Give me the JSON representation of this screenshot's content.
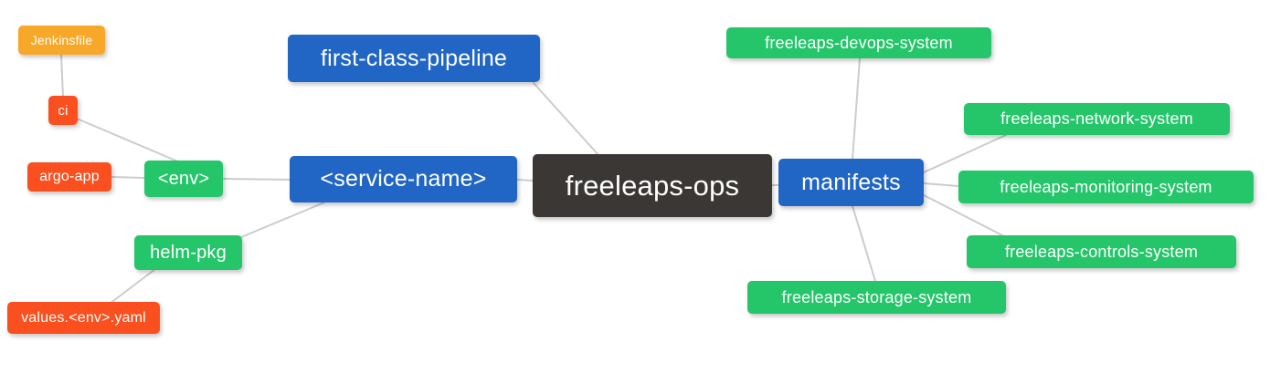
{
  "diagram": {
    "type": "mindmap",
    "background": "#ffffff",
    "edge_color": "#cccccc",
    "colors": {
      "root_dark": "#3b3735",
      "branch_blue": "#2166c4",
      "leaf_green": "#25c56a",
      "leaf_red": "#fa4f1f",
      "leaf_amber": "#f8a829",
      "text": "#ffffff"
    },
    "nodes": {
      "jenkinsfile": {
        "label": "Jenkinsfile",
        "color": "#f8a829"
      },
      "ci": {
        "label": "ci",
        "color": "#fa4f1f"
      },
      "argo_app": {
        "label": "argo-app",
        "color": "#fa4f1f"
      },
      "env": {
        "label": "<env>",
        "color": "#25c56a"
      },
      "helm_pkg": {
        "label": "helm-pkg",
        "color": "#25c56a"
      },
      "values_env_yaml": {
        "label": "values.<env>.yaml",
        "color": "#fa4f1f"
      },
      "first_class_pipeline": {
        "label": "first-class-pipeline",
        "color": "#2166c4"
      },
      "service_name": {
        "label": "<service-name>",
        "color": "#2166c4"
      },
      "freeleaps_ops": {
        "label": "freeleaps-ops",
        "color": "#3b3735"
      },
      "manifests": {
        "label": "manifests",
        "color": "#2166c4"
      },
      "devops_system": {
        "label": "freeleaps-devops-system",
        "color": "#25c56a"
      },
      "network_system": {
        "label": "freeleaps-network-system",
        "color": "#25c56a"
      },
      "monitoring_system": {
        "label": "freeleaps-monitoring-system",
        "color": "#25c56a"
      },
      "controls_system": {
        "label": "freeleaps-controls-system",
        "color": "#25c56a"
      },
      "storage_system": {
        "label": "freeleaps-storage-system",
        "color": "#25c56a"
      }
    }
  }
}
